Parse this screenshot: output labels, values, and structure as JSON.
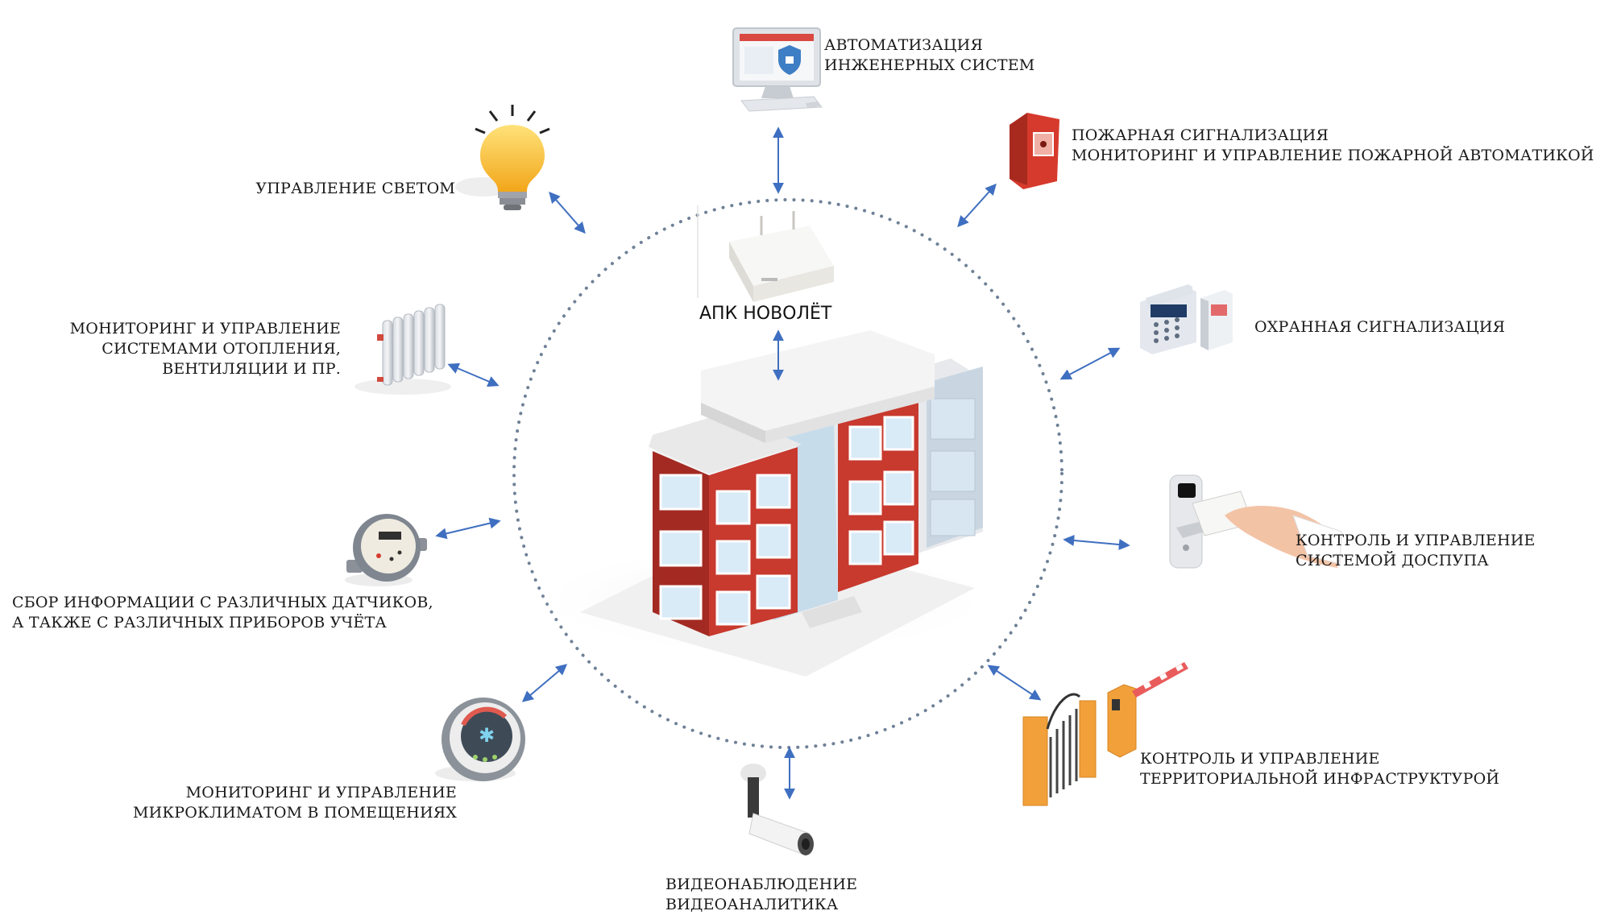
{
  "hub": {
    "label": "АПК НОВОЛЁТ"
  },
  "systems": {
    "automation": {
      "lines": [
        "АВТОМАТИЗАЦИЯ",
        "ИНЖЕНЕРНЫХ СИСТЕМ"
      ],
      "icon": "computer-monitor-icon"
    },
    "fire": {
      "lines": [
        "ПОЖАРНАЯ СИГНАЛИЗАЦИЯ",
        "МОНИТОРИНГ И УПРАВЛЕНИЕ ПОЖАРНОЙ АВТОМАТИКОЙ"
      ],
      "icon": "fire-alarm-icon"
    },
    "light": {
      "lines": [
        "УПРАВЛЕНИЕ СВЕТОМ"
      ],
      "icon": "light-bulb-icon"
    },
    "security": {
      "lines": [
        "ОХРАННАЯ СИГНАЛИЗАЦИЯ"
      ],
      "icon": "security-keypad-icon"
    },
    "heating": {
      "lines": [
        "МОНИТОРИНГ И УПРАВЛЕНИЕ",
        "СИСТЕМАМИ ОТОПЛЕНИЯ,",
        "ВЕНТИЛЯЦИИ И ПР."
      ],
      "icon": "radiator-icon"
    },
    "access": {
      "lines": [
        "КОНТРОЛЬ И УПРАВЛЕНИЕ",
        "СИСТЕМОЙ ДОСПУПА"
      ],
      "icon": "card-reader-icon"
    },
    "sensors": {
      "lines": [
        "СБОР ИНФОРМАЦИИ С РАЗЛИЧНЫХ ДАТЧИКОВ,",
        "А ТАКЖЕ С РАЗЛИЧНЫХ ПРИБОРОВ УЧЁТА"
      ],
      "icon": "meter-icon"
    },
    "territory": {
      "lines": [
        "КОНТРОЛЬ И УПРАВЛЕНИЕ",
        "ТЕРРИТОРИАЛЬНОЙ ИНФРАСТРУКТУРОЙ"
      ],
      "icon": "barrier-gate-icon"
    },
    "climate": {
      "lines": [
        "МОНИТОРИНГ И УПРАВЛЕНИЕ",
        "МИКРОКЛИМАТОМ В ПОМЕЩЕНИЯХ"
      ],
      "icon": "thermostat-icon"
    },
    "video": {
      "lines": [
        "ВИДЕОНАБЛЮДЕНИЕ",
        "ВИДЕОАНАЛИТИКА"
      ],
      "icon": "cctv-camera-icon"
    }
  },
  "colors": {
    "arrow": "#3f6fc0",
    "ring": "#6f8196",
    "brick": "#c8392e",
    "roof": "#f1f1f1",
    "window": "#b8d4e8",
    "gate": "#f2a03a"
  }
}
